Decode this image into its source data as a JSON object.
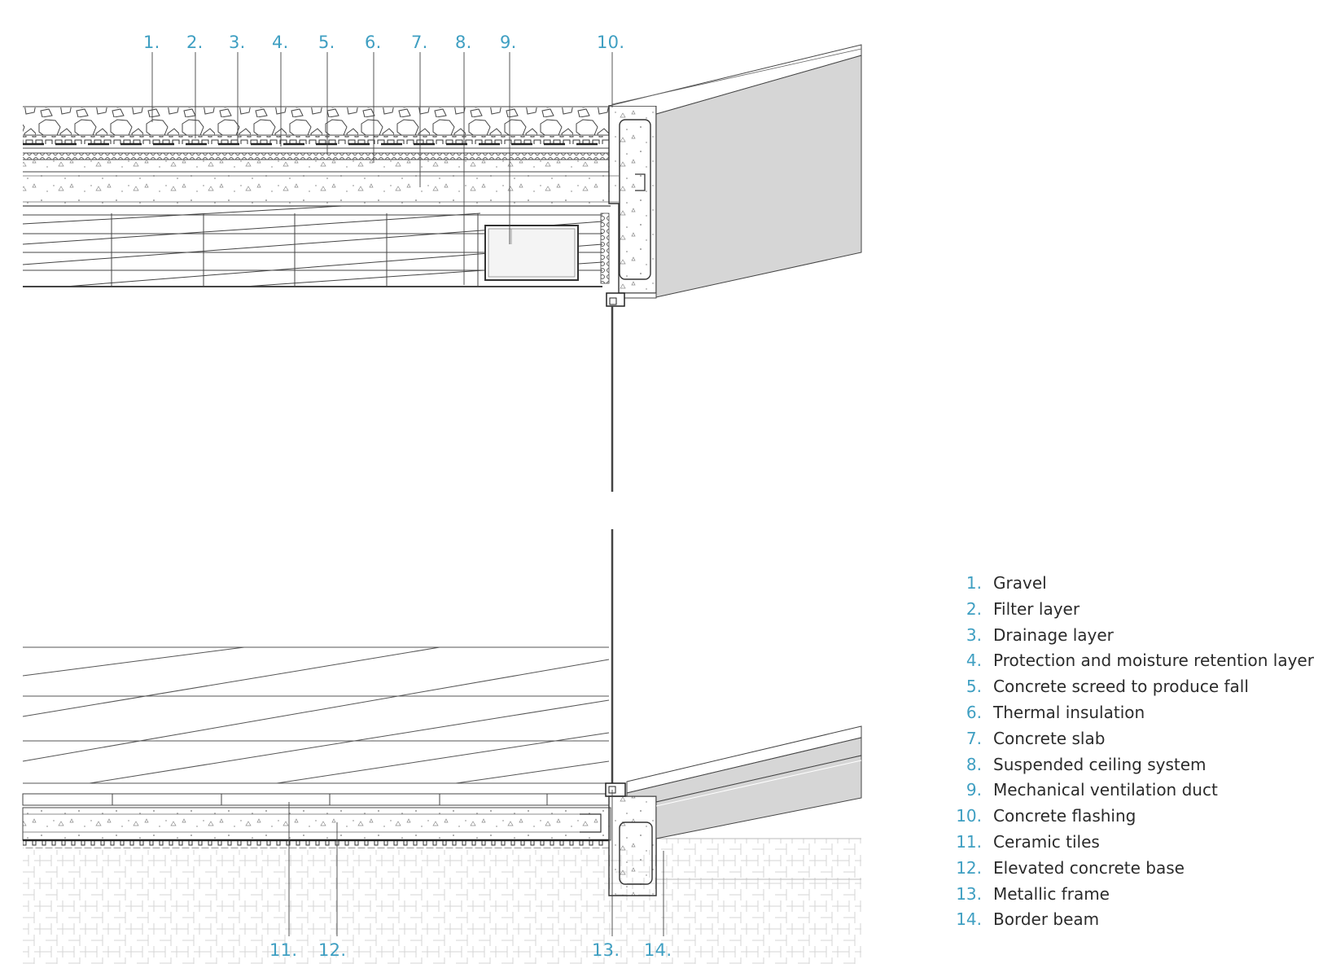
{
  "callouts_top": [
    "1.",
    "2.",
    "3.",
    "4.",
    "5.",
    "6.",
    "7.",
    "8.",
    "9.",
    "10."
  ],
  "callouts_bottom": [
    "11.",
    "12.",
    "13.",
    "14."
  ],
  "legend": [
    {
      "num": "1.",
      "text": "Gravel"
    },
    {
      "num": "2.",
      "text": "Filter layer"
    },
    {
      "num": "3.",
      "text": "Drainage layer"
    },
    {
      "num": "4.",
      "text": "Protection and moisture retention layer"
    },
    {
      "num": "5.",
      "text": "Concrete screed to produce fall"
    },
    {
      "num": "6.",
      "text": "Thermal insulation"
    },
    {
      "num": "7.",
      "text": "Concrete slab"
    },
    {
      "num": "8.",
      "text": "Suspended ceiling system"
    },
    {
      "num": "9.",
      "text": "Mechanical ventilation duct"
    },
    {
      "num": "10.",
      "text": "Concrete flashing"
    },
    {
      "num": "11.",
      "text": "Ceramic tiles"
    },
    {
      "num": "12.",
      "text": "Elevated concrete base"
    },
    {
      "num": "13.",
      "text": "Metallic frame"
    },
    {
      "num": "14.",
      "text": "Border beam"
    }
  ],
  "colors": {
    "accent": "#3f9fc2",
    "line": "#3a3a3a",
    "beam_face": "#d8d8d8",
    "ground_hatch": "#cfcfcf"
  }
}
